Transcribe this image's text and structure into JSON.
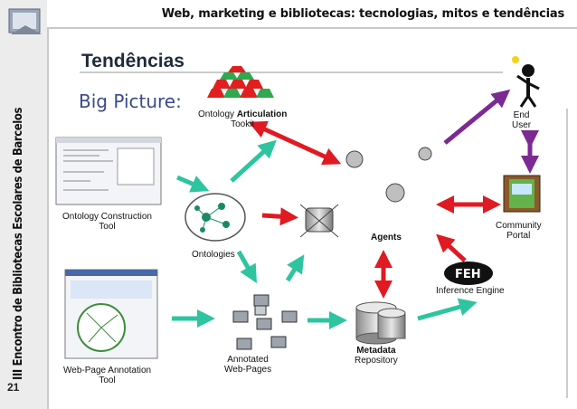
{
  "header": {
    "title": "Web, marketing e bibliotecas: tecnologias, mitos e tendências"
  },
  "side": {
    "title": "III Encontro de Bibliotecas Escolares de Barcelos",
    "page": "21"
  },
  "slide": {
    "title": "Tendências",
    "subtitle": "Big Picture:"
  },
  "diagram": {
    "ontology_articulation_1": "Ontology ",
    "ontology_articulation_2": "Articulation",
    "ontology_articulation_3": "Tookit",
    "end_user_1": "End",
    "end_user_2": "User",
    "ontology_construction_1": "Ontology Construction",
    "ontology_construction_2": "Tool",
    "ontologies": "Ontologies",
    "agents": "Agents",
    "community_portal_1": "Community",
    "community_portal_2": "Portal",
    "inference_engine": "Inference Engine",
    "annotated_pages_1": "Annotated",
    "annotated_pages_2": "Web-Pages",
    "metadata_repository_1": "Metadata",
    "metadata_repository_2": "Repository",
    "webpage_annotation_1": "Web-Page Annotation",
    "webpage_annotation_2": "Tool"
  },
  "colors": {
    "teal_arrow": "#2ec4a0",
    "red_arrow": "#e01a22",
    "purple_arrow": "#7b2a93",
    "title_navy": "#1f2a3b",
    "subtitle_blue": "#3a4a8c"
  }
}
